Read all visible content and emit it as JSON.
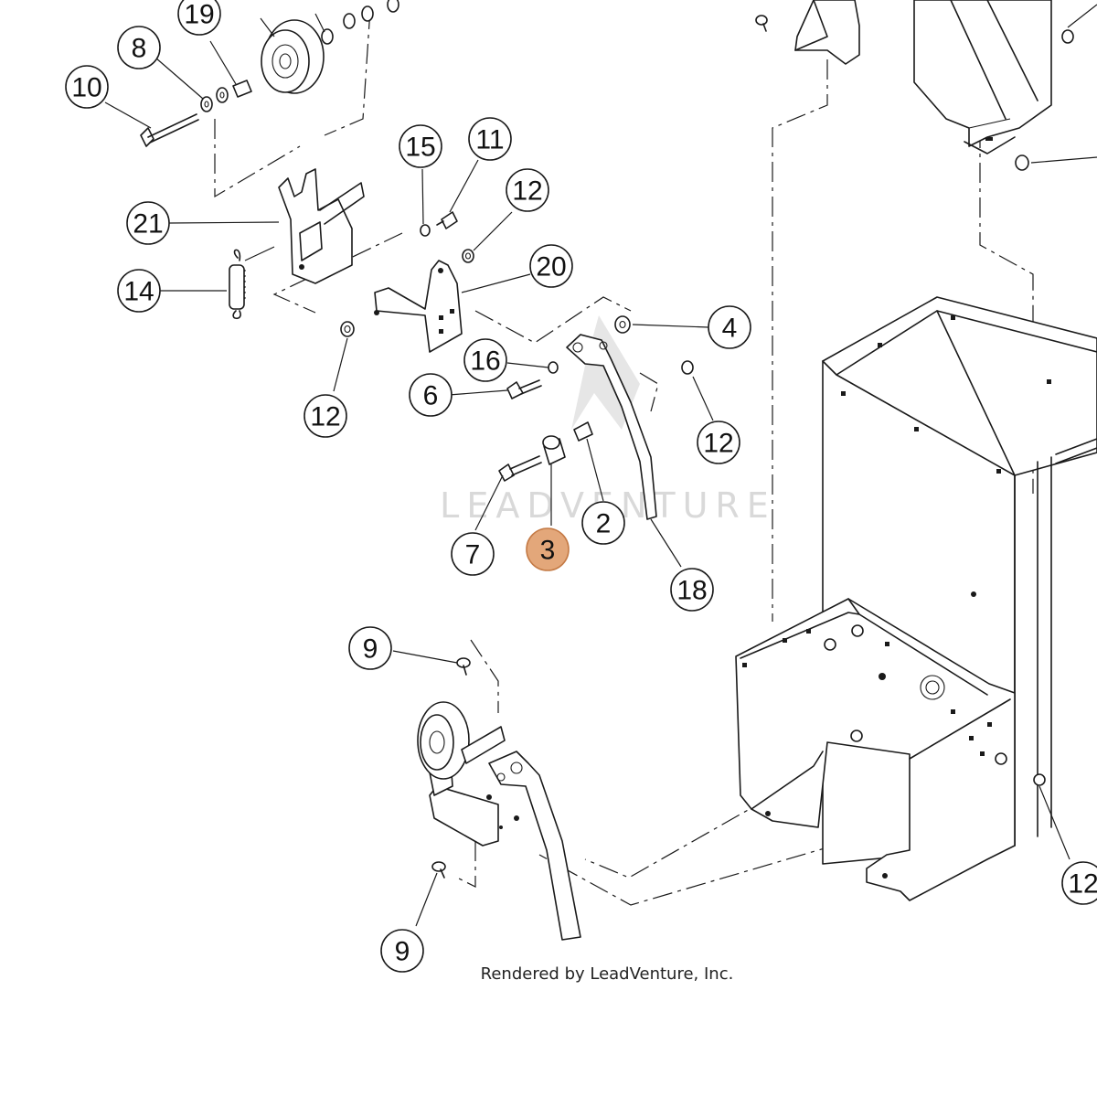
{
  "watermark": "LEADVENTURE",
  "credit": "Rendered by LeadVenture, Inc.",
  "highlight_color": "#e3a77a",
  "highlighted_callout": "3",
  "callouts": [
    {
      "id": "19",
      "label": "19"
    },
    {
      "id": "8",
      "label": "8"
    },
    {
      "id": "10",
      "label": "10"
    },
    {
      "id": "15",
      "label": "15"
    },
    {
      "id": "11",
      "label": "11"
    },
    {
      "id": "12a",
      "label": "12"
    },
    {
      "id": "21",
      "label": "21"
    },
    {
      "id": "20",
      "label": "20"
    },
    {
      "id": "14",
      "label": "14"
    },
    {
      "id": "4",
      "label": "4"
    },
    {
      "id": "16",
      "label": "16"
    },
    {
      "id": "6",
      "label": "6"
    },
    {
      "id": "12b",
      "label": "12"
    },
    {
      "id": "12c",
      "label": "12"
    },
    {
      "id": "2",
      "label": "2"
    },
    {
      "id": "7",
      "label": "7"
    },
    {
      "id": "3",
      "label": "3"
    },
    {
      "id": "18",
      "label": "18"
    },
    {
      "id": "9a",
      "label": "9"
    },
    {
      "id": "9b",
      "label": "9"
    },
    {
      "id": "12d",
      "label": "12"
    }
  ]
}
